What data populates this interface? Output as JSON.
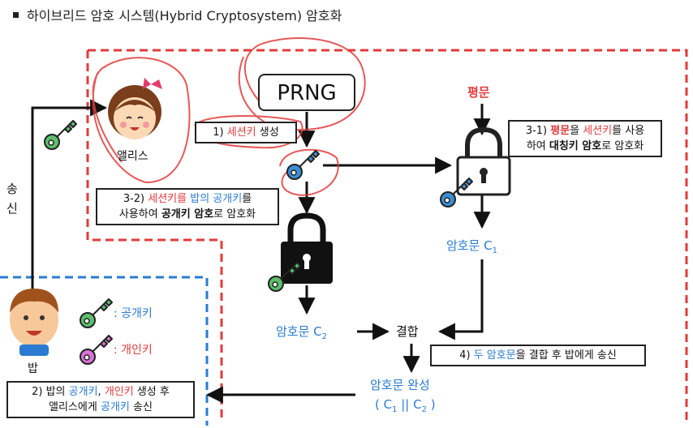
{
  "title": "하이브리드 암호 시스템(Hybrid Cryptosystem) 암호화",
  "prng": "PRNG",
  "alice": "앨리스",
  "bob": "밥",
  "send": {
    "top": "송",
    "bottom": "신"
  },
  "plaintext": "평문",
  "ciphertext_c1": "암호문 C",
  "ciphertext_c1_sub": "1",
  "ciphertext_c2": "암호문 C",
  "ciphertext_c2_sub": "2",
  "combine": "결합",
  "complete": "암호문 완성",
  "complete_formula": {
    "open": "( C",
    "sub1": "1",
    "mid": " || C",
    "sub2": "2",
    "close": " )"
  },
  "legend": {
    "public_key": ": 공개키",
    "private_key": ": 개인키"
  },
  "step1": {
    "prefix": "1) ",
    "session_key": "세션키",
    "suffix": " 생성"
  },
  "step31": {
    "prefix": "3-1) ",
    "plain": "평문",
    "mid1": "을 ",
    "session_key": "세션키",
    "mid2": "를 사용",
    "line2_pre": "하여 ",
    "symmetric": "대칭키 암호",
    "line2_post": "로 암호화"
  },
  "step32": {
    "prefix": "3-2) ",
    "session_key": "세션키를",
    "mid1": " ",
    "bob": "밥의",
    "mid2": " ",
    "pubkey": "공개키",
    "suffix": "를",
    "line2_pre": "사용하여 ",
    "pk_crypto": "공개키 암호",
    "line2_post": "로 암호화"
  },
  "step4": {
    "prefix": "4) ",
    "two": "두 암호문",
    "suffix": "을 결합 후 밥에게 송신"
  },
  "step2": {
    "prefix": "2) 밥의 ",
    "pub": "공개키",
    "comma": ", ",
    "priv": "개인키",
    "suffix": " 생성 후",
    "line2_pre": "앨리스에게 ",
    "pub2": "공개키",
    "line2_post": " 송신"
  },
  "colors": {
    "red": "#e23b3b",
    "blue": "#2a7bd1",
    "green_key": "#5cc06a",
    "blue_key": "#3b8fd6",
    "pink_key": "#d873d6"
  }
}
